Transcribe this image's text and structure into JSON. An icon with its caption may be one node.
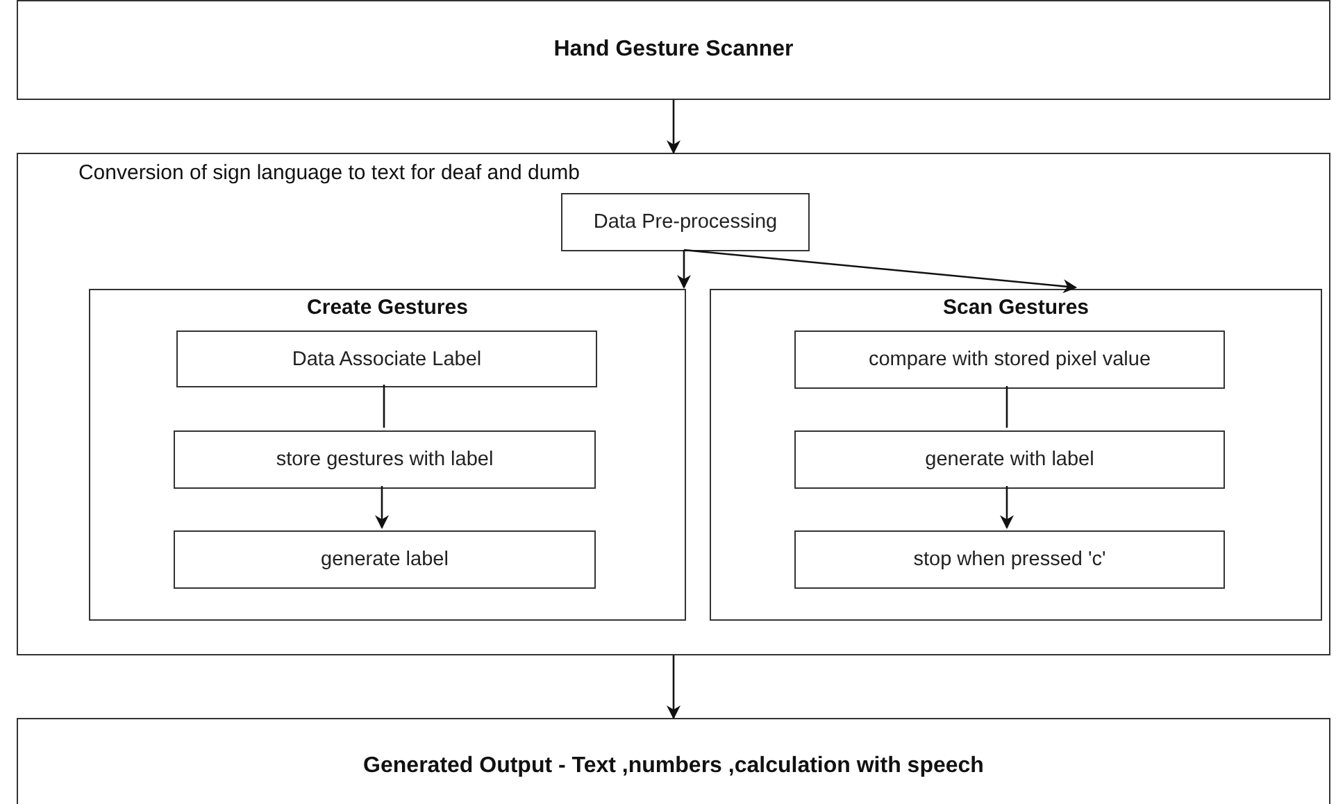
{
  "diagram": {
    "nodes": [
      {
        "text": [
          "Hand Gesture Scanner"
        ]
      },
      {
        "text": [
          "Conversion of sign language to text for deaf and dumb"
        ]
      },
      {
        "text": [
          "Data Pre-processing"
        ],
        "in": 1
      },
      {
        "text": [
          "Create Gestures"
        ],
        "in": 1
      },
      {
        "text": [
          "Data Associate Label"
        ],
        "in": 3
      },
      {
        "text": [
          "store gestures with label"
        ],
        "in": 3
      },
      {
        "text": [
          "generate label"
        ],
        "in": 3
      },
      {
        "text": [
          "Scan Gestures"
        ],
        "in": 1
      },
      {
        "text": [
          "compare with stored pixel value"
        ],
        "in": 7
      },
      {
        "text": [
          "generate with label"
        ],
        "in": 7
      },
      {
        "text": [
          "stop when pressed 'c'"
        ],
        "in": 7
      },
      {
        "text": [
          "Generated Output - Text ,numbers ,calculation with speech"
        ]
      }
    ],
    "edges": [
      {
        "from": 0,
        "to": 1,
        "arrow": "to"
      },
      {
        "from": 2,
        "to": 3,
        "arrow": "to"
      },
      {
        "from": 2,
        "to": 7,
        "arrow": "to"
      },
      {
        "from": 4,
        "to": 5,
        "arrow": "none"
      },
      {
        "from": 5,
        "to": 6,
        "arrow": "to"
      },
      {
        "from": 8,
        "to": 9,
        "arrow": "none"
      },
      {
        "from": 9,
        "to": 10,
        "arrow": "to"
      },
      {
        "from": 1,
        "to": 11,
        "arrow": "to"
      }
    ]
  }
}
